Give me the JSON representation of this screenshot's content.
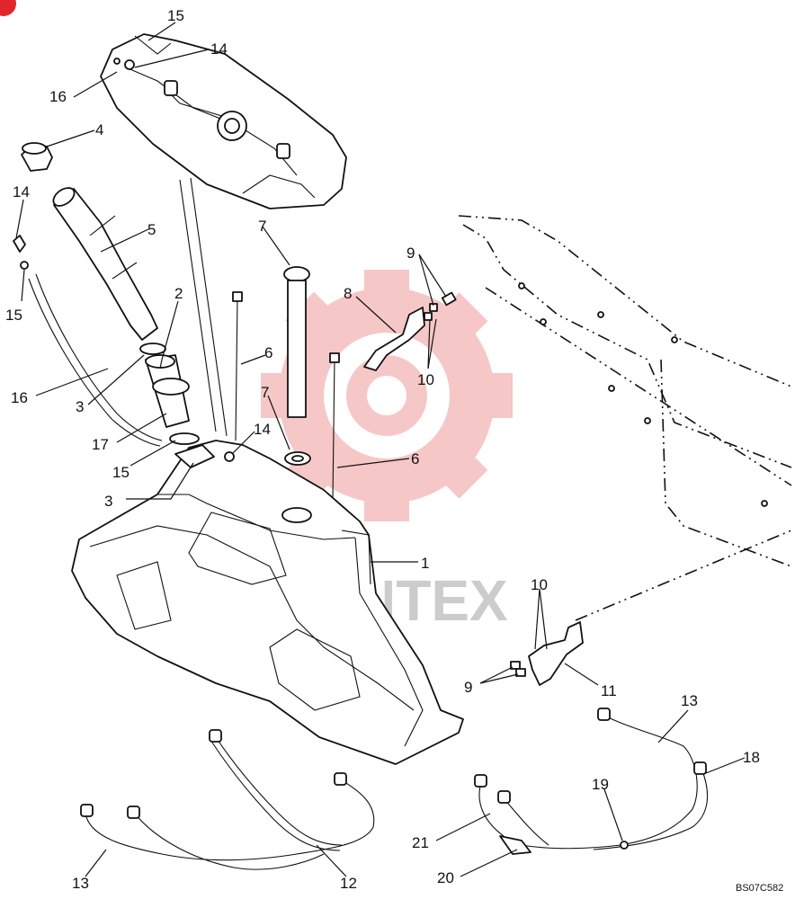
{
  "diagram": {
    "drawing_code": "BS07C582",
    "watermark_text": "IANTEX",
    "watermark_color": "#e23b3b",
    "corner_badge_color": "#e0262c",
    "callouts": {
      "c1": "1",
      "c2": "2",
      "c3a": "3",
      "c3b": "3",
      "c4": "4",
      "c5": "5",
      "c6a": "6",
      "c6b": "6",
      "c7a": "7",
      "c7b": "7",
      "c8": "8",
      "c9a": "9",
      "c9b": "9",
      "c10a": "10",
      "c10b": "10",
      "c11": "11",
      "c12": "12",
      "c13a": "13",
      "c13b": "13",
      "c14a": "14",
      "c14b": "14",
      "c14c": "14",
      "c15a": "15",
      "c15b": "15",
      "c15c": "15",
      "c16a": "16",
      "c16b": "16",
      "c17": "17",
      "c18": "18",
      "c19": "19",
      "c20": "20",
      "c21": "21"
    }
  }
}
